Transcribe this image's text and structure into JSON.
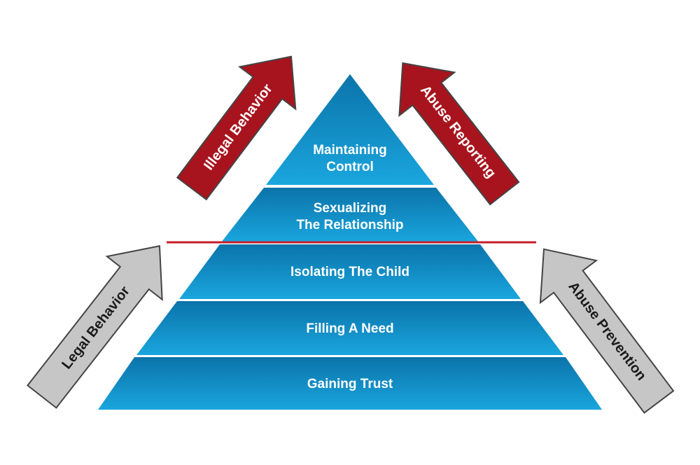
{
  "pyramid": {
    "tiers": [
      {
        "lines": [
          "Maintaining",
          "Control"
        ]
      },
      {
        "lines": [
          "Sexualizing",
          "The Relationship"
        ]
      },
      {
        "lines": [
          "Isolating The Child"
        ]
      },
      {
        "lines": [
          "Filling A Need"
        ]
      },
      {
        "lines": [
          "Gaining Trust"
        ]
      }
    ],
    "colors": {
      "top": "#0b78b0",
      "middle": "#1490c8",
      "bottom": "#17a3dc",
      "divider": "#c41e2a"
    }
  },
  "arrows": {
    "illegal_behavior": {
      "label": "Illegal Behavior",
      "color": "#a8141e"
    },
    "abuse_reporting": {
      "label": "Abuse Reporting",
      "color": "#a8141e"
    },
    "legal_behavior": {
      "label": "Legal Behavior",
      "color": "#c6c6c6"
    },
    "abuse_prevention": {
      "label": "Abuse Prevention",
      "color": "#c6c6c6"
    }
  }
}
